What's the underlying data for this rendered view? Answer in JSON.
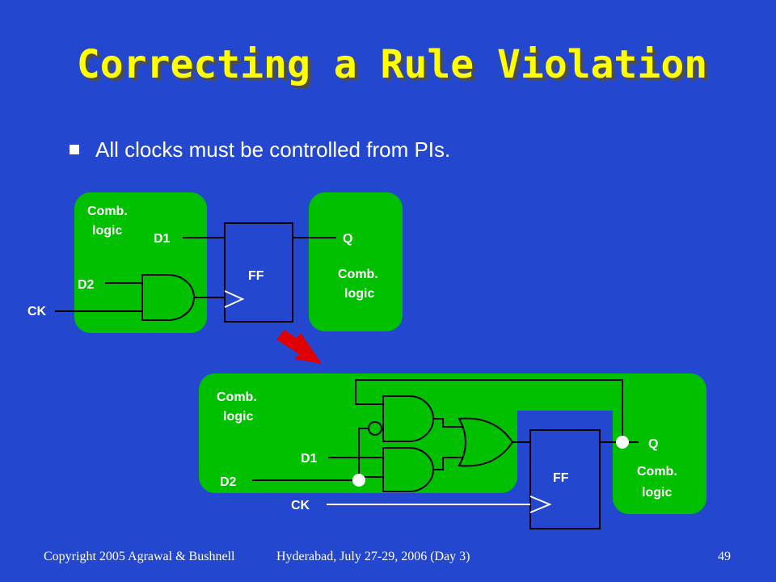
{
  "slide": {
    "title": "Correcting a Rule Violation",
    "bullet": "All clocks must be controlled from PIs.",
    "footer_left": "Copyright 2005 Agrawal & Bushnell",
    "footer_center": "Hyderabad, July 27-29, 2006 (Day 3)",
    "page_number": "49"
  },
  "diagram_top": {
    "comb_left_line1": "Comb.",
    "comb_left_line2": "logic",
    "comb_right_line1": "Comb.",
    "comb_right_line2": "logic",
    "d1": "D1",
    "d2": "D2",
    "ck": "CK",
    "q": "Q",
    "ff": "FF"
  },
  "diagram_bottom": {
    "comb_left_line1": "Comb.",
    "comb_left_line2": "logic",
    "comb_right_line1": "Comb.",
    "comb_right_line2": "logic",
    "d1": "D1",
    "d2": "D2",
    "ck": "CK",
    "q": "Q",
    "ff": "FF"
  },
  "colors": {
    "background": "#2447cf",
    "title": "#ffff00",
    "block_fill": "#00c000",
    "arrow": "#e00000",
    "wire": "#ffffff",
    "gate_outline": "#000000"
  }
}
